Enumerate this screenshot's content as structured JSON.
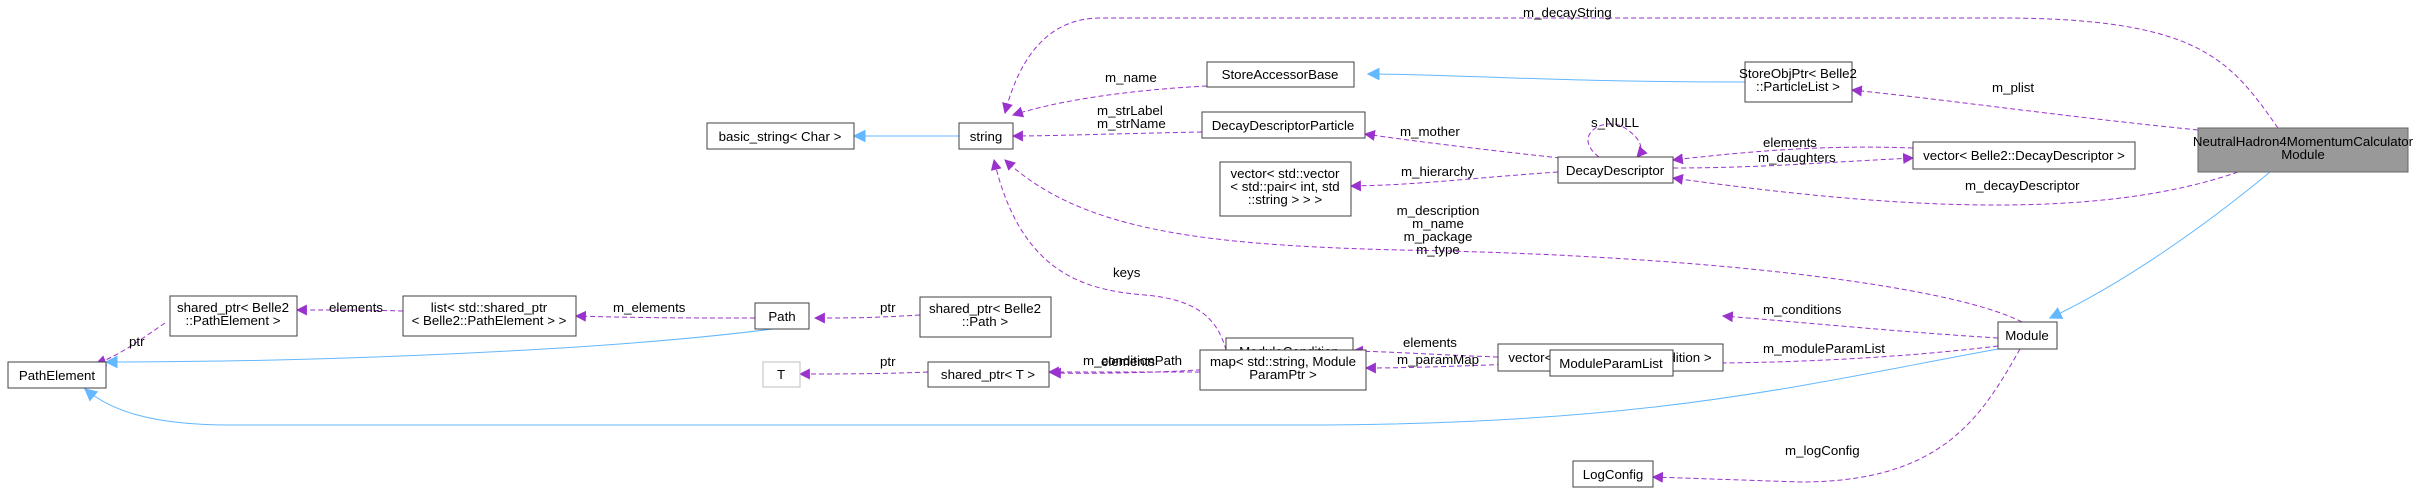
{
  "colors": {
    "usage_edge": "#9a32cd",
    "inheritance_edge": "#63b8ff",
    "focus_fill": "#999999"
  },
  "nodes": {
    "focus": [
      "NeutralHadron4MomentumCalculator",
      "Module"
    ],
    "module": [
      "Module"
    ],
    "store_obj_ptr": [
      "StoreObjPtr< Belle2",
      "::ParticleList >"
    ],
    "store_accessor_base": [
      "StoreAccessorBase"
    ],
    "vector_decay_descriptor": [
      "vector< Belle2::DecayDescriptor >"
    ],
    "decay_descriptor": [
      "DecayDescriptor"
    ],
    "decay_descriptor_particle": [
      "DecayDescriptorParticle"
    ],
    "vector_pair": [
      "vector< std::vector",
      "< std::pair< int, std",
      "::string > > >"
    ],
    "string": [
      "string"
    ],
    "basic_string": [
      "basic_string< Char >"
    ],
    "vector_module_condition": [
      "vector< Belle2::ModuleCondition >"
    ],
    "module_condition": [
      "ModuleCondition"
    ],
    "module_param_list": [
      "ModuleParamList"
    ],
    "map_param": [
      "map< std::string, Module",
      "ParamPtr >"
    ],
    "shared_ptr_t": [
      "shared_ptr< T >"
    ],
    "t": [
      "T"
    ],
    "shared_ptr_path": [
      "shared_ptr< Belle2",
      "::Path >"
    ],
    "path": [
      "Path"
    ],
    "list_path_element": [
      "list< std::shared_ptr",
      "< Belle2::PathElement > >"
    ],
    "shared_ptr_path_element": [
      "shared_ptr< Belle2",
      "::PathElement >"
    ],
    "path_element": [
      "PathElement"
    ],
    "log_config": [
      "LogConfig"
    ]
  },
  "edge_labels": {
    "m_decayString": [
      "m_decayString"
    ],
    "m_plist": [
      "m_plist"
    ],
    "m_decayDescriptor": [
      "m_decayDescriptor"
    ],
    "m_name_sab": [
      "m_name"
    ],
    "m_strLabel": [
      "m_strLabel",
      "m_strName"
    ],
    "m_mother": [
      "m_mother"
    ],
    "s_NULL": [
      "s_NULL"
    ],
    "elements_dd": [
      "elements"
    ],
    "m_daughters": [
      "m_daughters"
    ],
    "m_hierarchy": [
      "m_hierarchy"
    ],
    "module_strings": [
      "m_description",
      "m_name",
      "m_package",
      "m_type"
    ],
    "keys": [
      "keys"
    ],
    "elements_mc": [
      "elements"
    ],
    "m_conditions": [
      "m_conditions"
    ],
    "m_conditionPath": [
      "m_conditionPath"
    ],
    "m_paramMap": [
      "m_paramMap"
    ],
    "m_moduleParamList": [
      "m_moduleParamList"
    ],
    "elements_map": [
      "elements"
    ],
    "ptr_t": [
      "ptr"
    ],
    "ptr_path": [
      "ptr"
    ],
    "m_elements": [
      "m_elements"
    ],
    "elements_list": [
      "elements"
    ],
    "ptr_pe": [
      "ptr"
    ],
    "m_logConfig": [
      "m_logConfig"
    ]
  }
}
